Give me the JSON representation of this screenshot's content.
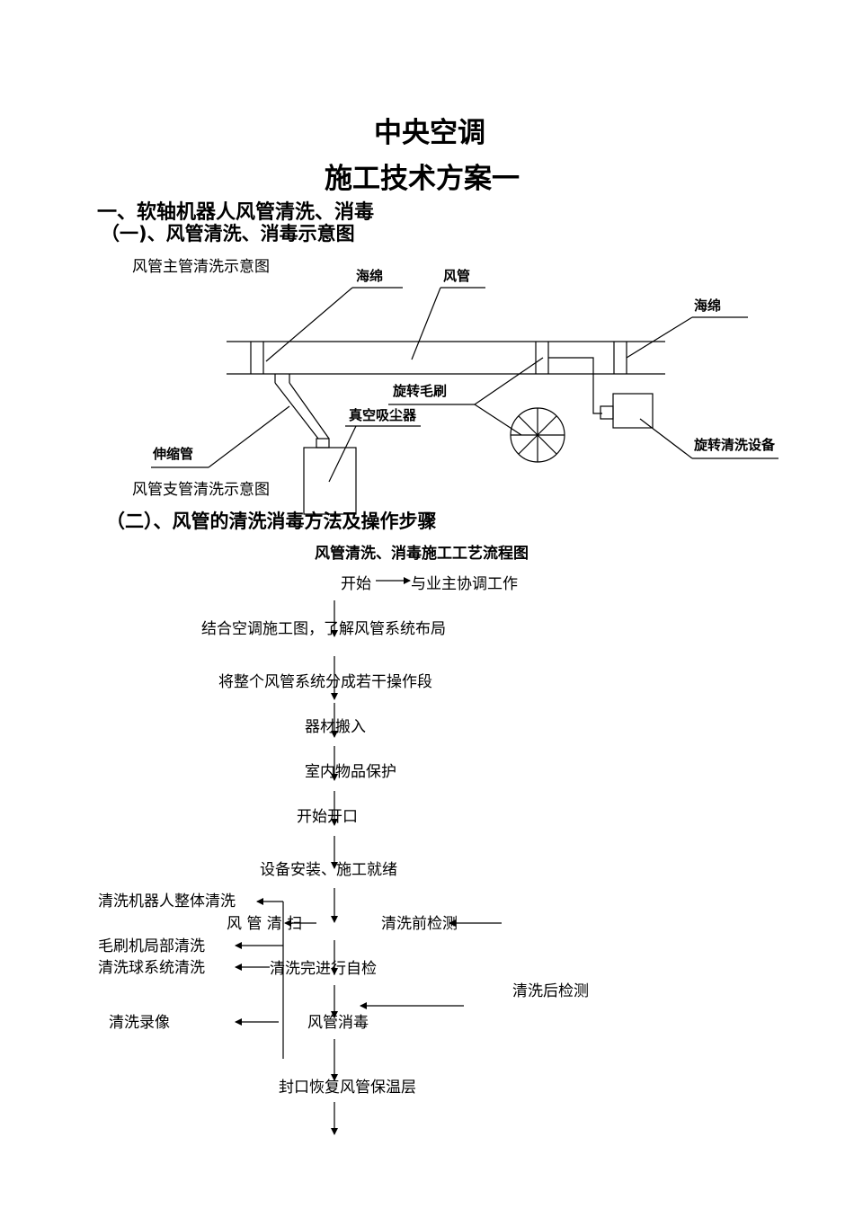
{
  "title": {
    "line1": "中央空调",
    "line2": "施工技术方案一"
  },
  "section1": {
    "heading": "一、软轴机器人风管清洗、消毒",
    "sub1": "（一)、风管清洗、消毒示意图",
    "diagram": {
      "main_caption": "风管主管清洗示意图",
      "branch_caption": "风管支管清洗示意图",
      "labels": {
        "sponge_left": "海绵",
        "duct": "风管",
        "sponge_right": "海绵",
        "rotating_brush": "旋转毛刷",
        "vacuum": "真空吸尘器",
        "telescopic_pipe": "伸缩管",
        "rotating_equipment": "旋转清洗设备"
      }
    },
    "sub2": "（二）、风管的清洗消毒方法及操作步骤"
  },
  "flowchart": {
    "title": "风管清洗、消毒施工工艺流程图",
    "start": "开始",
    "coordinate": "与业主协调工作",
    "steps": {
      "layout": "结合空调施工图，了解风管系统布局",
      "split": "将整个风管系统分成若干操作段",
      "equipment_in": "器材搬入",
      "protect": "室内物品保护",
      "open": "开始开口",
      "install": "设备安装、施工就绪",
      "sweep": "风 管 清 扫",
      "self_check": "清洗完进行自检",
      "disinfect": "风管消毒",
      "seal": "封口恢复风管保温层"
    },
    "side": {
      "robot_clean": "清洗机器人整体清洗",
      "brush_clean": "毛刷机局部清洗",
      "ball_clean": "清洗球系统清洗",
      "video": "清洗录像",
      "pre_check": "清洗前检测",
      "post_check": "清洗后检测"
    }
  }
}
